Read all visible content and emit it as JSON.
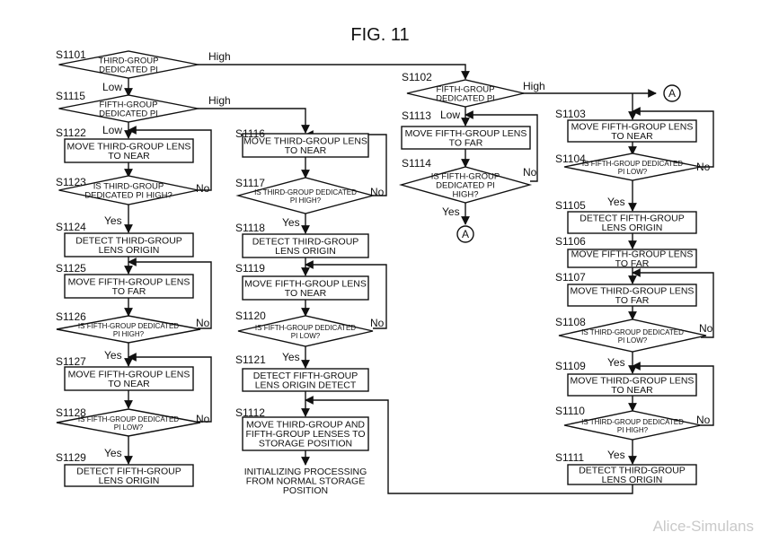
{
  "figure": {
    "title": "FIG. 11"
  },
  "steps": {
    "s1101": "S1101",
    "s1102": "S1102",
    "s1103": "S1103",
    "s1104": "S1104",
    "s1105": "S1105",
    "s1106": "S1106",
    "s1107": "S1107",
    "s1108": "S1108",
    "s1109": "S1109",
    "s1110": "S1110",
    "s1111": "S1111",
    "s1112": "S1112",
    "s1113": "S1113",
    "s1114": "S1114",
    "s1115": "S1115",
    "s1116": "S1116",
    "s1117": "S1117",
    "s1118": "S1118",
    "s1119": "S1119",
    "s1120": "S1120",
    "s1121": "S1121",
    "s1122": "S1122",
    "s1123": "S1123",
    "s1124": "S1124",
    "s1125": "S1125",
    "s1126": "S1126",
    "s1127": "S1127",
    "s1128": "S1128",
    "s1129": "S1129"
  },
  "text": {
    "d1101": [
      "THIRD-GROUP",
      "DEDICATED PI"
    ],
    "d1102": [
      "FIFTH-GROUP",
      "DEDICATED PI"
    ],
    "d1115": [
      "FIFTH-GROUP",
      "DEDICATED PI"
    ],
    "d1104": [
      "IS FIFTH-GROUP DEDICATED",
      "PI LOW?"
    ],
    "d1108": [
      "IS THIRD-GROUP DEDICATED",
      "PI LOW?"
    ],
    "d1110": [
      "IS THIRD-GROUP DEDICATED",
      "PI HIGH?"
    ],
    "d1114": [
      "IS FIFTH-GROUP",
      "DEDICATED PI",
      "HIGH?"
    ],
    "d1117": [
      "IS THIRD-GROUP DEDICATED",
      "PI HIGH?"
    ],
    "d1120": [
      "IS FIFTH-GROUP DEDICATED",
      "PI LOW?"
    ],
    "d1123": [
      "IS THIRD-GROUP",
      "DEDICATED PI HIGH?"
    ],
    "d1126": [
      "IS FIFTH-GROUP DEDICATED",
      "PI HIGH?"
    ],
    "d1128": [
      "IS FIFTH-GROUP DEDICATED",
      "PI LOW?"
    ],
    "b1103": [
      "MOVE FIFTH-GROUP LENS",
      "TO NEAR"
    ],
    "b1105": [
      "DETECT FIFTH-GROUP",
      "LENS ORIGIN"
    ],
    "b1106": [
      "MOVE FIFTH-GROUP LENS",
      "TO FAR"
    ],
    "b1107": [
      "MOVE THIRD-GROUP LENS",
      "TO FAR"
    ],
    "b1109": [
      "MOVE THIRD-GROUP LENS",
      "TO NEAR"
    ],
    "b1111": [
      "DETECT THIRD-GROUP",
      "LENS ORIGIN"
    ],
    "b1112": [
      "MOVE THIRD-GROUP AND",
      "FIFTH-GROUP LENSES TO",
      "STORAGE POSITION"
    ],
    "b1113": [
      "MOVE FIFTH-GROUP LENS",
      "TO FAR"
    ],
    "b1116": [
      "MOVE THIRD-GROUP LENS",
      "TO NEAR"
    ],
    "b1118": [
      "DETECT THIRD-GROUP",
      "LENS ORIGIN"
    ],
    "b1119": [
      "MOVE FIFTH-GROUP LENS",
      "TO NEAR"
    ],
    "b1121": [
      "DETECT FIFTH-GROUP",
      "LENS ORIGIN DETECT"
    ],
    "b1122": [
      "MOVE THIRD-GROUP LENS",
      "TO NEAR"
    ],
    "b1124": [
      "DETECT THIRD-GROUP",
      "LENS ORIGIN"
    ],
    "b1125": [
      "MOVE FIFTH-GROUP LENS",
      "TO FAR"
    ],
    "b1127": [
      "MOVE FIFTH-GROUP LENS",
      "TO NEAR"
    ],
    "b1129": [
      "DETECT FIFTH-GROUP",
      "LENS ORIGIN"
    ],
    "end": [
      "INITIALIZING PROCESSING",
      "FROM NORMAL STORAGE",
      "POSITION"
    ]
  },
  "labels": {
    "high": "High",
    "low": "Low",
    "yes": "Yes",
    "no": "No",
    "connector": "A"
  },
  "watermark": "Alice-Simulans"
}
